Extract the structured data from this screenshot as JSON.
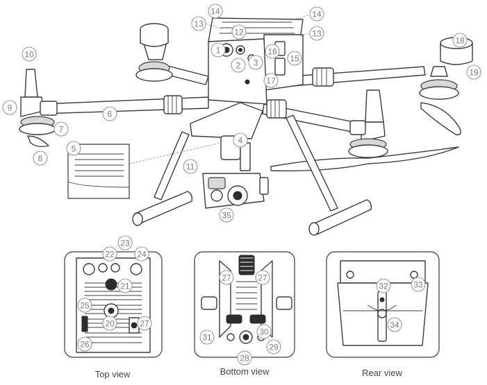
{
  "callouts": [
    {
      "id": "c1",
      "label": "1"
    },
    {
      "id": "c2",
      "label": "2"
    },
    {
      "id": "c3",
      "label": "3"
    },
    {
      "id": "c4",
      "label": "4"
    },
    {
      "id": "c5",
      "label": "5"
    },
    {
      "id": "c6",
      "label": "6"
    },
    {
      "id": "c7",
      "label": "7"
    },
    {
      "id": "c8",
      "label": "8"
    },
    {
      "id": "c9",
      "label": "9"
    },
    {
      "id": "c10",
      "label": "10"
    },
    {
      "id": "c11",
      "label": "11"
    },
    {
      "id": "c12",
      "label": "12"
    },
    {
      "id": "c13a",
      "label": "13"
    },
    {
      "id": "c13b",
      "label": "13"
    },
    {
      "id": "c14a",
      "label": "14"
    },
    {
      "id": "c14b",
      "label": "14"
    },
    {
      "id": "c15",
      "label": "15"
    },
    {
      "id": "c16",
      "label": "16"
    },
    {
      "id": "c17",
      "label": "17"
    },
    {
      "id": "c18",
      "label": "18"
    },
    {
      "id": "c19",
      "label": "19"
    },
    {
      "id": "c20",
      "label": "20"
    },
    {
      "id": "c21",
      "label": "21"
    },
    {
      "id": "c22",
      "label": "22"
    },
    {
      "id": "c23",
      "label": "23"
    },
    {
      "id": "c24",
      "label": "24"
    },
    {
      "id": "c25",
      "label": "25"
    },
    {
      "id": "c26",
      "label": "26"
    },
    {
      "id": "c27a",
      "label": "27"
    },
    {
      "id": "c27b",
      "label": "27"
    },
    {
      "id": "c27c",
      "label": "27"
    },
    {
      "id": "c28",
      "label": "28"
    },
    {
      "id": "c29",
      "label": "29"
    },
    {
      "id": "c30",
      "label": "30"
    },
    {
      "id": "c31",
      "label": "31"
    },
    {
      "id": "c32",
      "label": "32"
    },
    {
      "id": "c33",
      "label": "33"
    },
    {
      "id": "c34",
      "label": "34"
    },
    {
      "id": "c35",
      "label": "35"
    }
  ],
  "views": {
    "top": {
      "caption": "Top view"
    },
    "bottom": {
      "caption": "Bottom view"
    },
    "rear": {
      "caption": "Rear view"
    }
  }
}
